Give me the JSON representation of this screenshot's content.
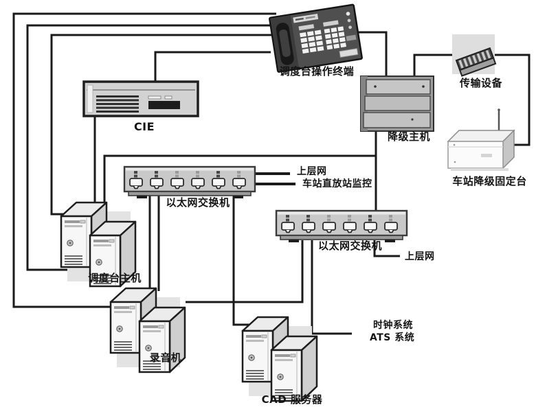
{
  "diagram": {
    "type": "network-topology-diagram",
    "nodes": {
      "terminal": {
        "label": "调度台操作终端"
      },
      "cie": {
        "label": "CIE"
      },
      "degraded_host": {
        "label": "降级主机"
      },
      "transmission": {
        "label": "传输设备"
      },
      "station_fixed": {
        "label": "车站降级固定台"
      },
      "switch1": {
        "label": "以太网交换机"
      },
      "switch2": {
        "label": "以太网交换机"
      },
      "dispatcher_host": {
        "label": "调度台主机"
      },
      "recorder": {
        "label": "录音机"
      },
      "cad_server": {
        "label": "CAD 服务器"
      }
    },
    "annotations": {
      "upper_net_top": "上层网",
      "repeater_monitor": "车站直放站监控",
      "upper_net_bottom": "上层网",
      "clock_system": "时钟系统",
      "ats_system": "ATS 系统"
    },
    "colors": {
      "wire": "#1a1a1a",
      "device_gray": "#c9c9c9",
      "dark_device": "#4f4f4f",
      "background": "#ffffff"
    }
  }
}
